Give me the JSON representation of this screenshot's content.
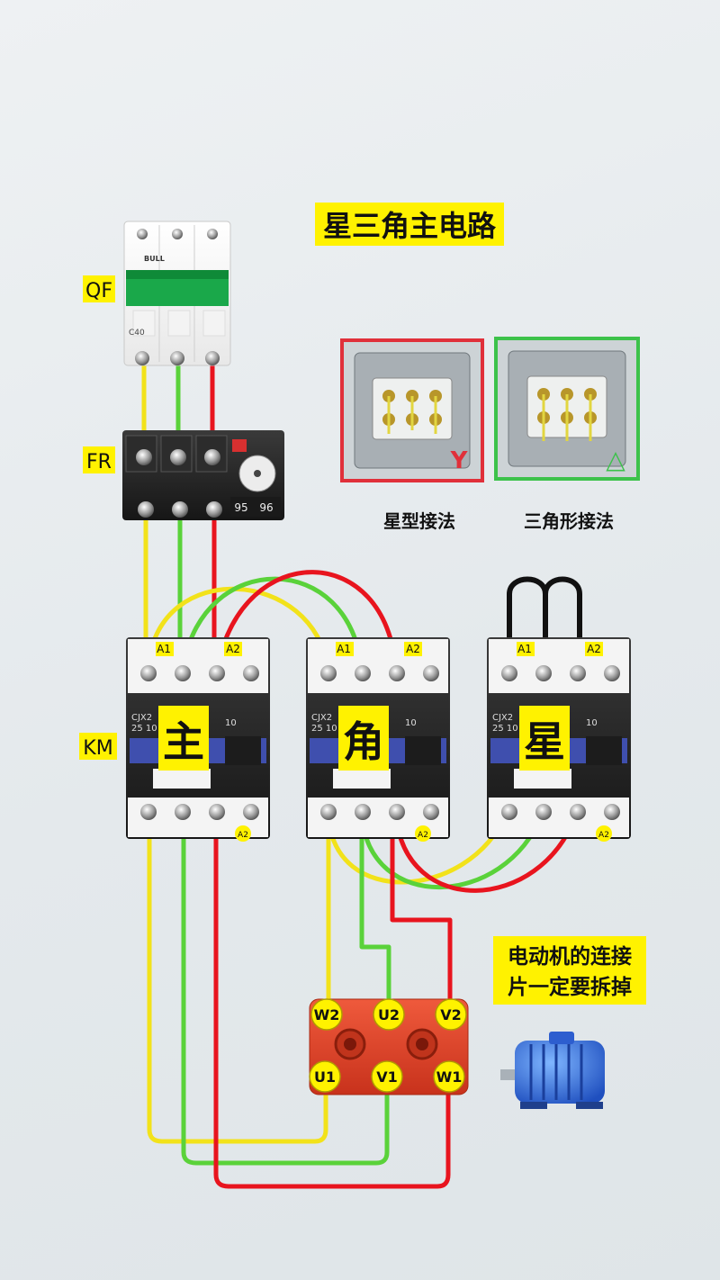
{
  "title": "星三角主电路",
  "labels": {
    "qf": "QF",
    "fr": "FR",
    "km": "KM"
  },
  "breaker": {
    "brand": "BULL",
    "rating": "C40"
  },
  "overload_relay": {
    "aux_contacts": [
      "95",
      "96"
    ]
  },
  "motor_boxes": [
    {
      "caption": "星型接法",
      "symbol": "Y",
      "frame_color": "#e0303a"
    },
    {
      "caption": "三角形接法",
      "symbol": "△",
      "frame_color": "#3cc24a"
    }
  ],
  "contactors": [
    {
      "name": "主",
      "model": "CJX2",
      "spec": "25 10",
      "coil_a1": "A1",
      "coil_a2": "A2",
      "aux": "10"
    },
    {
      "name": "角",
      "model": "CJX2",
      "spec": "25 10",
      "coil_a1": "A1",
      "coil_a2": "A2",
      "aux": "10"
    },
    {
      "name": "星",
      "model": "CJX2",
      "spec": "25 10",
      "coil_a1": "A1",
      "coil_a2": "A2",
      "aux": "10"
    }
  ],
  "contactor_bottom_label": "A2",
  "terminal_block": {
    "top_row": [
      "W2",
      "U2",
      "V2"
    ],
    "bottom_row": [
      "U1",
      "V1",
      "W1"
    ]
  },
  "note_lines": [
    "电动机的连接",
    "片一定要拆掉"
  ],
  "wire_colors": {
    "L1": "#f2e21a",
    "L2": "#5ad23a",
    "L3": "#e8141e",
    "link": "#111111"
  }
}
